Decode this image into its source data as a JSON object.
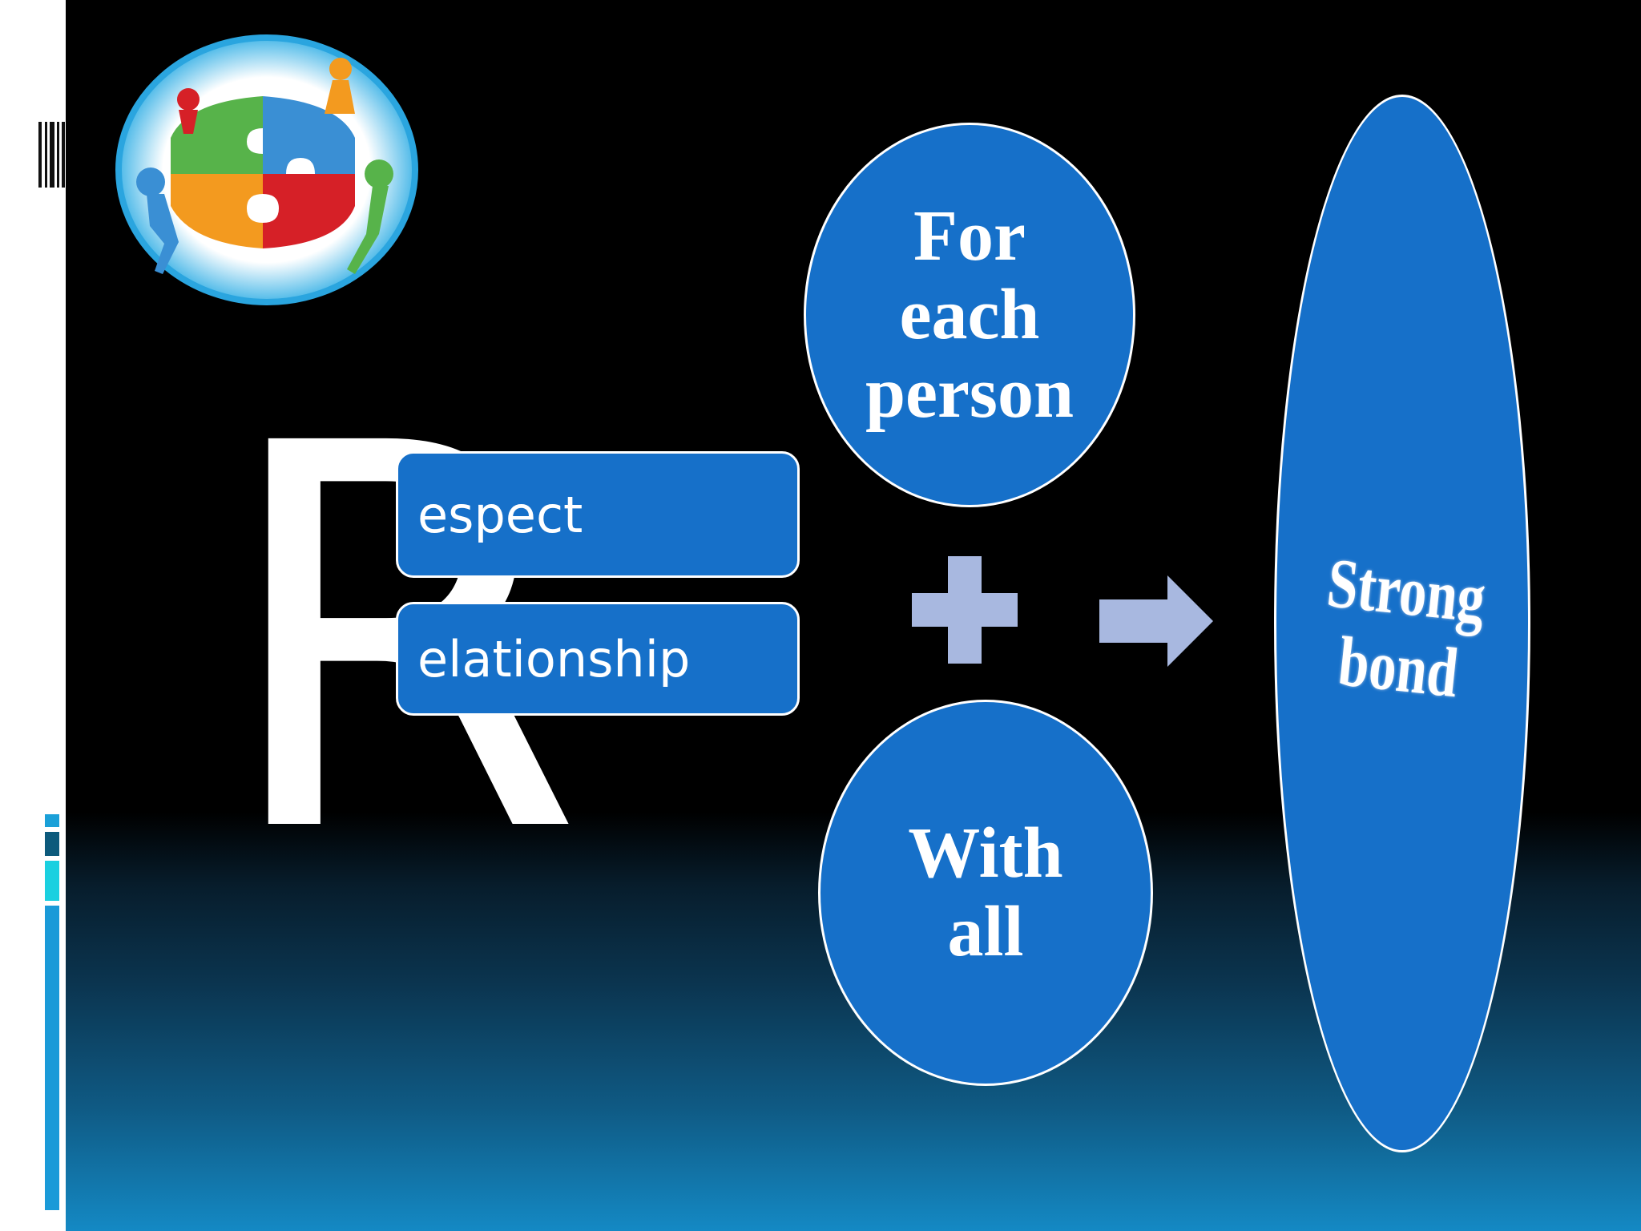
{
  "slide": {
    "big_letter": "R",
    "boxes": [
      {
        "label": "espect"
      },
      {
        "label": "elationship"
      }
    ],
    "circle_top": {
      "lines": [
        "For",
        "each",
        "person"
      ]
    },
    "circle_bottom": {
      "lines": [
        "With",
        "all"
      ]
    },
    "result_oval": {
      "lines": [
        "Strong",
        "bond"
      ]
    },
    "operator_icon": "plus-icon",
    "result_icon": "arrow-right-icon",
    "logo_icon": "teamwork-puzzle-icon"
  },
  "colors": {
    "background_top": "#000000",
    "background_bottom": "#1489c4",
    "shape_fill": "#1670c9",
    "connector_fill": "#a8b8e0",
    "text": "#ffffff"
  }
}
